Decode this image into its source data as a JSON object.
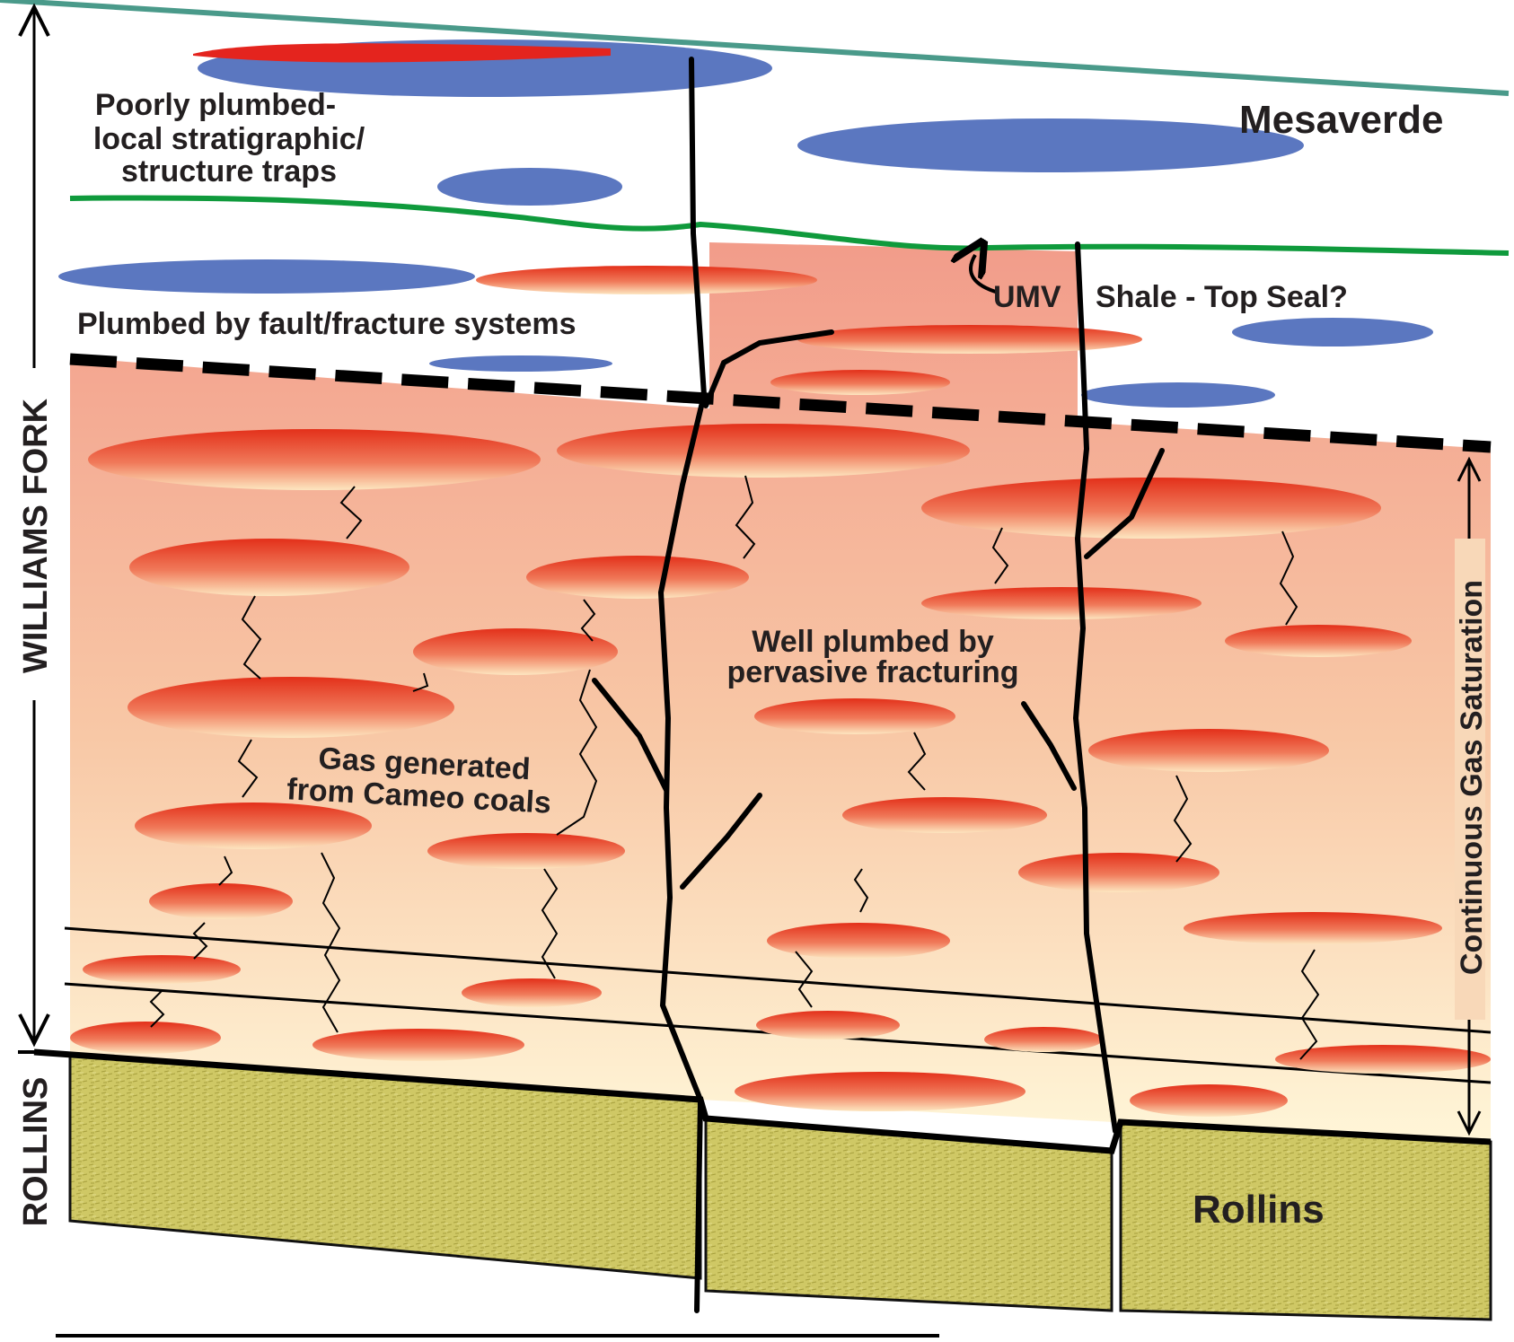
{
  "labels": {
    "mesaverde": "Mesaverde",
    "poorly_line1": "Poorly plumbed-",
    "poorly_line2": "local stratigraphic/",
    "poorly_line3": "structure traps",
    "plumbed_fault": "Plumbed by fault/fracture systems",
    "umv": "UMV",
    "shale_top_seal": "Shale - Top Seal?",
    "well_line1": "Well plumbed by",
    "well_line2": "pervasive fracturing",
    "gas_line1": "Gas generated",
    "gas_line2": "from Cameo coals",
    "rollins_unit": "Rollins",
    "williams_fork": "WILLIAMS FORK",
    "rollins_axis": "ROLLINS",
    "continuous_gas": "Continuous Gas Saturation"
  },
  "colors": {
    "mesaverde_top_line": "#4a9a8a",
    "umv_shale_line": "#0f9a3c",
    "gas_lens_red": "#e8321e",
    "water_lens_blue": "#5b77c0",
    "saturated_zone_top": "#f2a090",
    "saturated_zone_bottom": "#fff4d4",
    "rollins_sandstone": "#cbc462"
  }
}
